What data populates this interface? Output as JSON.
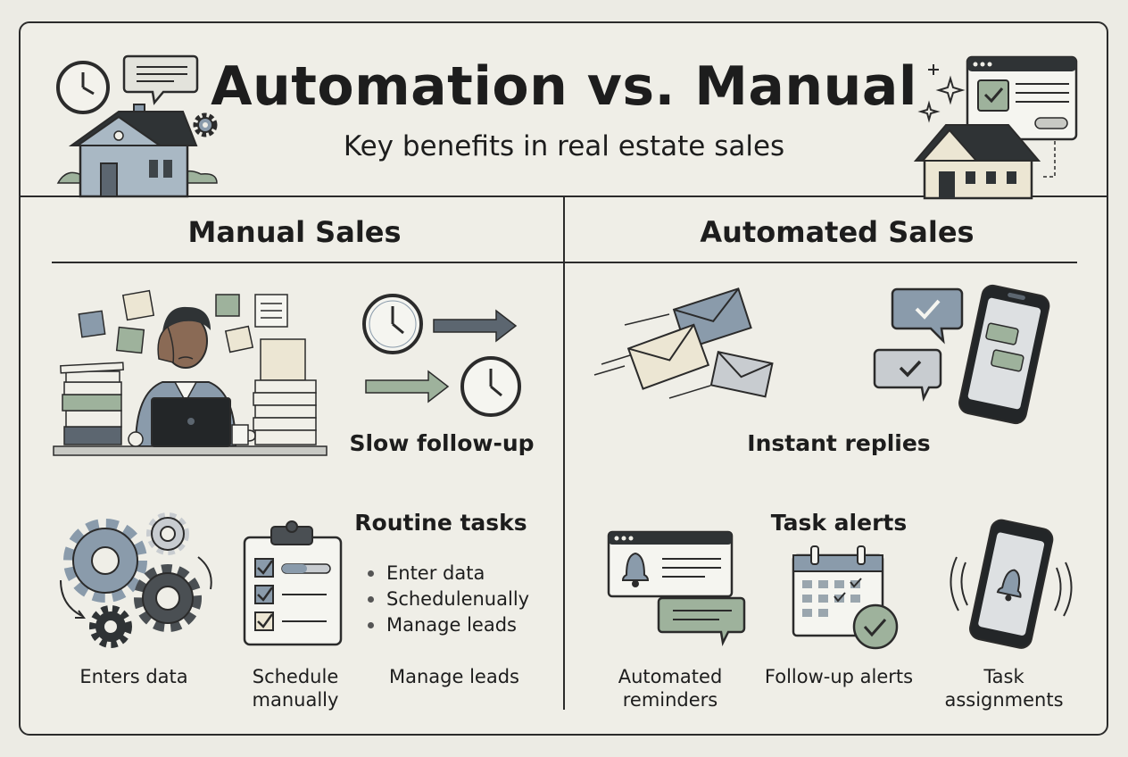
{
  "header": {
    "title": "Automation vs. Manual",
    "subtitle": "Key benefits in real estate sales"
  },
  "manual": {
    "heading": "Manual Sales",
    "slow_caption": "Slow follow-up",
    "routine_heading": "Routine tasks",
    "routine_items": [
      "Enter data",
      "Schedulenually",
      "Manage leads"
    ],
    "labels": {
      "enters_data": "Enters data",
      "schedule_manually": "Schedule manually",
      "manage_leads": "Manage leads"
    }
  },
  "automated": {
    "heading": "Automated Sales",
    "instant_caption": "Instant replies",
    "alerts_heading": "Task alerts",
    "labels": {
      "automated_reminders": "Automated reminders",
      "follow_up_alerts": "Follow-up alerts",
      "task_assignments": "Task assignments"
    }
  },
  "colors": {
    "ink": "#2b2b2b",
    "slate_blue": "#8a9bab",
    "sage": "#9eb29c",
    "cream": "#ece6d3",
    "paper": "#efeee7"
  },
  "icons": [
    "clock-icon",
    "chat-bubble-icon",
    "house-icon",
    "gear-icon",
    "browser-window-icon",
    "sparkle-icon",
    "stressed-person-illustration",
    "paper-stack-icon",
    "arrow-icon",
    "envelope-icon",
    "phone-icon",
    "checklist-icon",
    "bell-icon",
    "calendar-icon",
    "checkmark-icon"
  ]
}
